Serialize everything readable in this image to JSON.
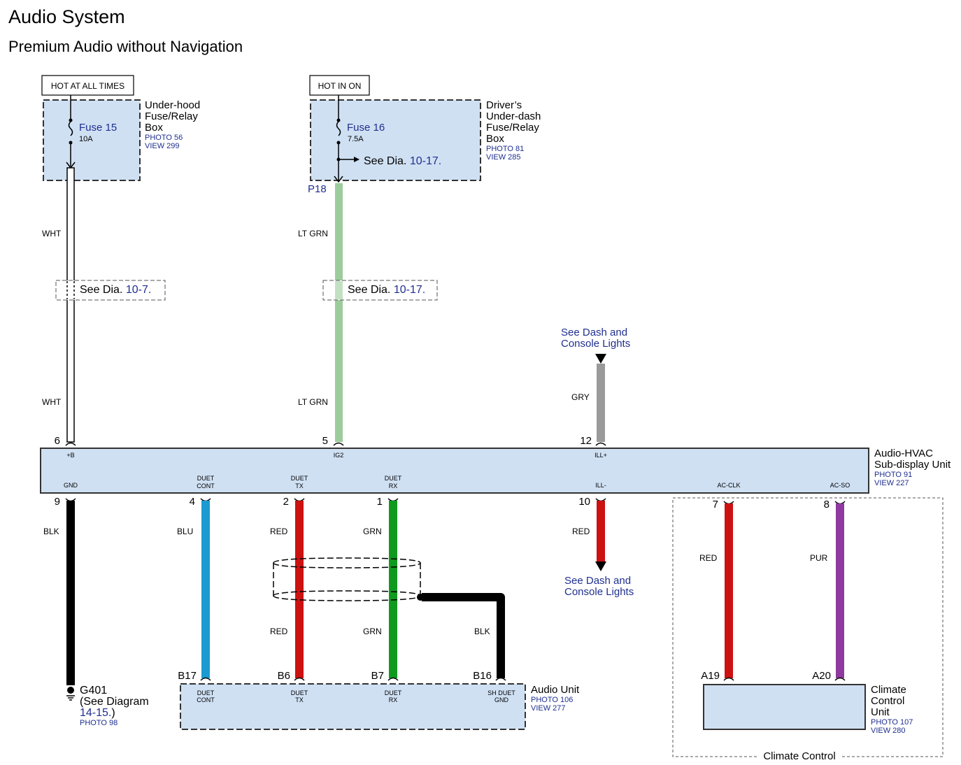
{
  "header": {
    "title": "Audio System",
    "subtitle": "Premium Audio without Navigation"
  },
  "power": {
    "hot_all_times": "HOT AT ALL TIMES",
    "hot_in_on": "HOT IN ON"
  },
  "underhood_box": {
    "name_line1": "Under-hood",
    "name_line2": "Fuse/Relay",
    "name_line3": "Box",
    "photo": "PHOTO 56",
    "view": "VIEW 299",
    "fuse": "Fuse 15",
    "rating": "10A"
  },
  "underdash_box": {
    "name_line1": "Driver’s",
    "name_line2": "Under-dash",
    "name_line3": "Fuse/Relay",
    "name_line4": "Box",
    "photo": "PHOTO 81",
    "view": "VIEW 285",
    "fuse": "Fuse 16",
    "rating": "7.5A",
    "see_prefix": "See Dia.",
    "see_ref": "10-17.",
    "connector": "P18"
  },
  "refs": {
    "wht_see_prefix": "See Dia.",
    "wht_see_ref": "10-7.",
    "ltgrn_see_prefix": "See Dia.",
    "ltgrn_see_ref": "10-17.",
    "dash_lights_top_1": "See Dash and",
    "dash_lights_top_2": "Console Lights",
    "dash_lights_bot_1": "See Dash and",
    "dash_lights_bot_2": "Console Lights"
  },
  "wires": {
    "wht_1": "WHT",
    "wht_2": "WHT",
    "ltgrn_1": "LT GRN",
    "ltgrn_2": "LT GRN",
    "gry": "GRY",
    "blk": "BLK",
    "blu": "BLU",
    "red_1": "RED",
    "red_2": "RED",
    "grn_1": "GRN",
    "grn_2": "GRN",
    "blk_shield": "BLK",
    "red_ill": "RED",
    "red_clk": "RED",
    "pur": "PUR"
  },
  "subdisplay": {
    "name_line1": "Audio-HVAC",
    "name_line2": "Sub-display Unit",
    "photo": "PHOTO 91",
    "view": "VIEW 227",
    "pins_top": [
      {
        "num": "6",
        "label": "+B"
      },
      {
        "num": "5",
        "label": "IG2"
      },
      {
        "num": "12",
        "label": "ILL+"
      }
    ],
    "pins_bottom": [
      {
        "num": "9",
        "l1": "",
        "l2": "GND"
      },
      {
        "num": "4",
        "l1": "DUET",
        "l2": "CONT"
      },
      {
        "num": "2",
        "l1": "DUET",
        "l2": "TX"
      },
      {
        "num": "1",
        "l1": "DUET",
        "l2": "RX"
      },
      {
        "num": "10",
        "l1": "",
        "l2": "ILL-"
      },
      {
        "num": "7",
        "l1": "",
        "l2": "AC-CLK"
      },
      {
        "num": "8",
        "l1": "",
        "l2": "AC-SO"
      }
    ]
  },
  "ground": {
    "name": "G401",
    "see_line1": "(See Diagram",
    "see_ref": "14-15.",
    "see_close": ")",
    "photo": "PHOTO 98"
  },
  "audio_unit": {
    "name": "Audio Unit",
    "photo": "PHOTO 106",
    "view": "VIEW 277",
    "pins": [
      {
        "num": "B17",
        "l1": "DUET",
        "l2": "CONT"
      },
      {
        "num": "B6",
        "l1": "DUET",
        "l2": "TX"
      },
      {
        "num": "B7",
        "l1": "DUET",
        "l2": "RX"
      },
      {
        "num": "B16",
        "l1": "SH DUET",
        "l2": "GND"
      }
    ]
  },
  "climate_unit": {
    "name_line1": "Climate",
    "name_line2": "Control",
    "name_line3": "Unit",
    "photo": "PHOTO 107",
    "view": "VIEW 280",
    "pin_a19": "A19",
    "pin_a20": "A20",
    "group_label": "Climate Control"
  },
  "colors": {
    "box_fill": "#cfe0f3",
    "wht": "#ffffff",
    "lt_grn": "#9ccc9c",
    "gry": "#9a9a9a",
    "blk": "#000000",
    "blu": "#1b9bd1",
    "red": "#cc1111",
    "grn": "#0f9a1e",
    "pur": "#8e3a9e",
    "ref_blue": "#1f2f8f"
  }
}
